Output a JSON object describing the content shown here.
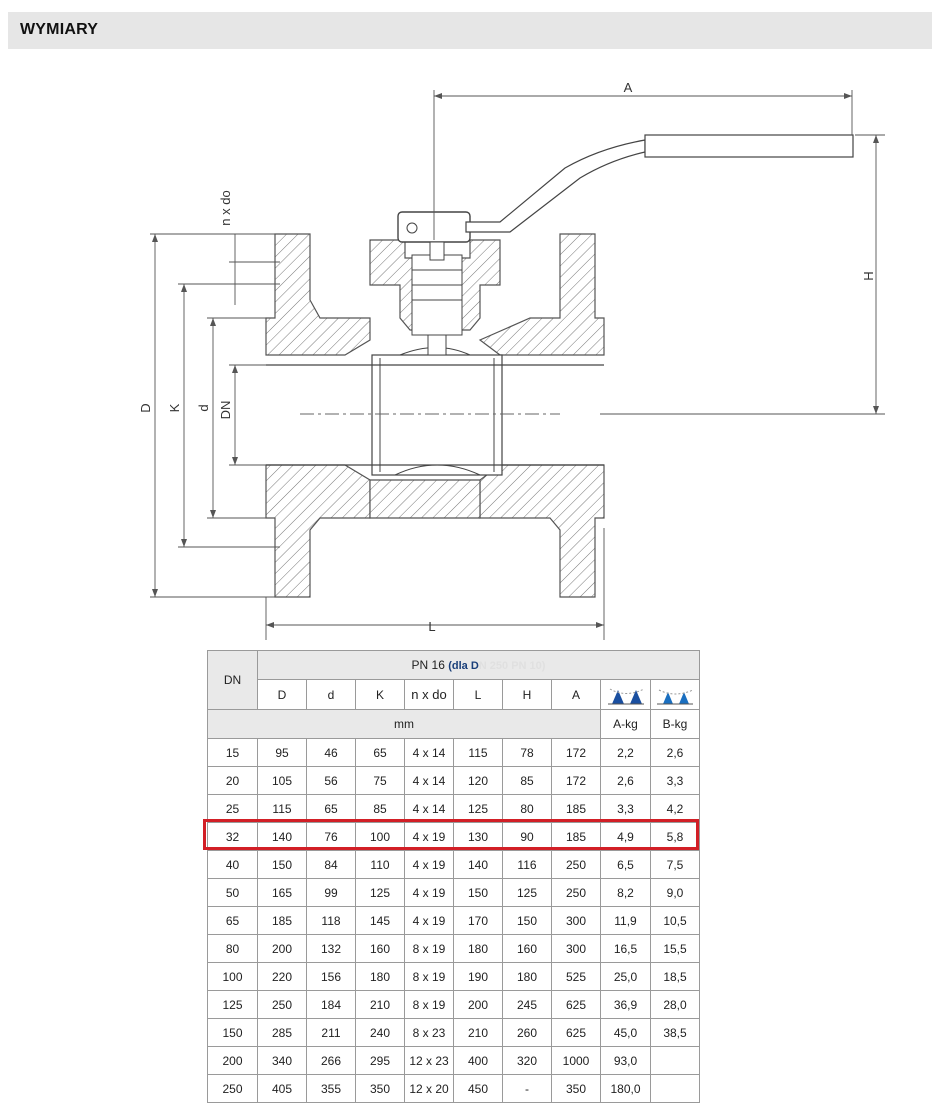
{
  "header": {
    "title": "WYMIARY"
  },
  "drawing": {
    "labels": {
      "A": "A",
      "H": "H",
      "D": "D",
      "K": "K",
      "d": "d",
      "DN": "DN",
      "nxdo": "n x do",
      "L": "L"
    }
  },
  "table": {
    "header_dn": "DN",
    "pn_main": "PN 16",
    "pn_note_visible": "(dla D",
    "pn_note_faded": "N 250 PN 10)",
    "columns": [
      "D",
      "d",
      "K",
      "n x do",
      "L",
      "H",
      "A"
    ],
    "icon_a": "valve-type-a-icon",
    "icon_b": "valve-type-b-icon",
    "unit": "mm",
    "weight_a": "A-kg",
    "weight_b": "B-kg",
    "rows": [
      [
        "15",
        "95",
        "46",
        "65",
        "4 x 14",
        "115",
        "78",
        "172",
        "2,2",
        "2,6"
      ],
      [
        "20",
        "105",
        "56",
        "75",
        "4 x 14",
        "120",
        "85",
        "172",
        "2,6",
        "3,3"
      ],
      [
        "25",
        "115",
        "65",
        "85",
        "4 x 14",
        "125",
        "80",
        "185",
        "3,3",
        "4,2"
      ],
      [
        "32",
        "140",
        "76",
        "100",
        "4 x 19",
        "130",
        "90",
        "185",
        "4,9",
        "5,8"
      ],
      [
        "40",
        "150",
        "84",
        "110",
        "4 x 19",
        "140",
        "116",
        "250",
        "6,5",
        "7,5"
      ],
      [
        "50",
        "165",
        "99",
        "125",
        "4 x 19",
        "150",
        "125",
        "250",
        "8,2",
        "9,0"
      ],
      [
        "65",
        "185",
        "118",
        "145",
        "4 x 19",
        "170",
        "150",
        "300",
        "11,9",
        "10,5"
      ],
      [
        "80",
        "200",
        "132",
        "160",
        "8 x 19",
        "180",
        "160",
        "300",
        "16,5",
        "15,5"
      ],
      [
        "100",
        "220",
        "156",
        "180",
        "8 x 19",
        "190",
        "180",
        "525",
        "25,0",
        "18,5"
      ],
      [
        "125",
        "250",
        "184",
        "210",
        "8 x 19",
        "200",
        "245",
        "625",
        "36,9",
        "28,0"
      ],
      [
        "150",
        "285",
        "211",
        "240",
        "8 x 23",
        "210",
        "260",
        "625",
        "45,0",
        "38,5"
      ],
      [
        "200",
        "340",
        "266",
        "295",
        "12 x 23",
        "400",
        "320",
        "1000",
        "93,0",
        ""
      ],
      [
        "250",
        "405",
        "355",
        "350",
        "12 x 20",
        "450",
        "-",
        "350",
        "180,0",
        ""
      ]
    ],
    "highlight_row_dn": "32"
  },
  "colors": {
    "highlight": "#d21f26",
    "header_blue": "#1a3f7a",
    "header_gray": "#e9e9e9"
  }
}
